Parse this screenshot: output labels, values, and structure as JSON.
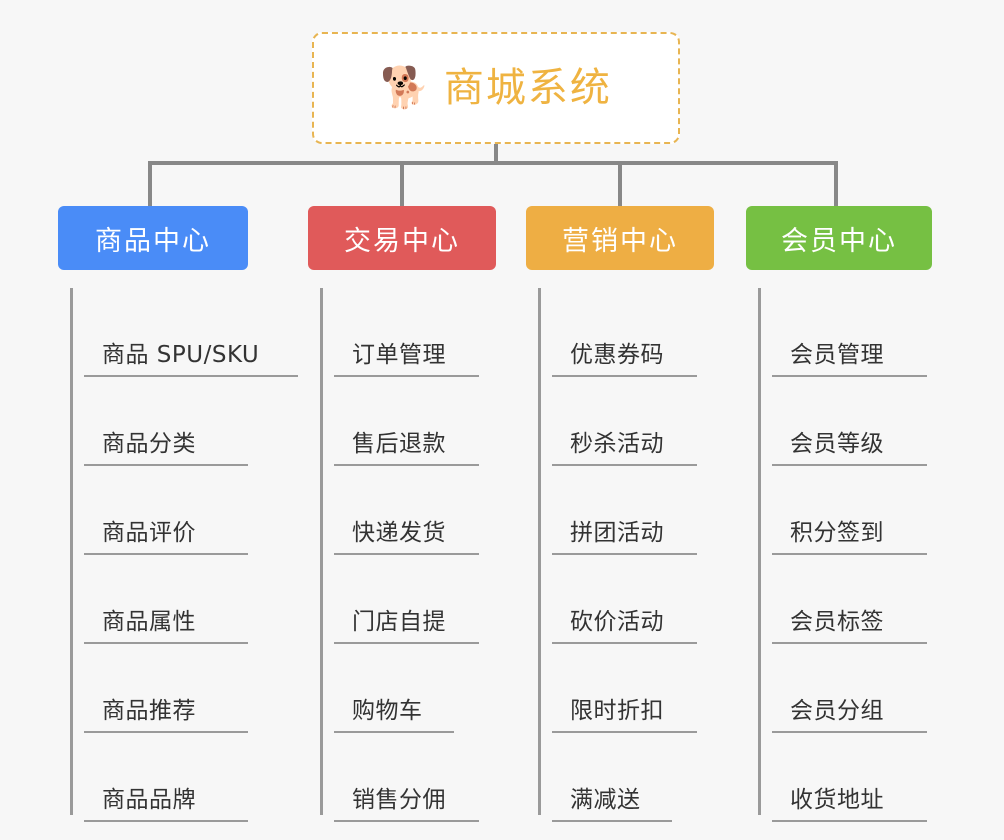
{
  "root": {
    "icon": "shiba-dog-face-icon",
    "icon_glyph": "🐕",
    "title": "商城系统",
    "accent_color": "#efb341",
    "border_color": "#e8b552",
    "background": "#ffffff"
  },
  "canvas": {
    "background_color": "#f7f7f7",
    "connector_color": "#888888",
    "item_rule_color": "#9a9a9a",
    "item_text_color": "#333333"
  },
  "branches": [
    {
      "label": "商品中心",
      "color": "#4a8cf7",
      "items": [
        {
          "label": "商品 SPU/SKU"
        },
        {
          "label": "商品分类"
        },
        {
          "label": "商品评价"
        },
        {
          "label": "商品属性"
        },
        {
          "label": "商品推荐"
        },
        {
          "label": "商品品牌"
        }
      ]
    },
    {
      "label": "交易中心",
      "color": "#e05a5a",
      "items": [
        {
          "label": "订单管理"
        },
        {
          "label": "售后退款"
        },
        {
          "label": "快递发货"
        },
        {
          "label": "门店自提"
        },
        {
          "label": "购物车"
        },
        {
          "label": "销售分佣"
        }
      ]
    },
    {
      "label": "营销中心",
      "color": "#eeae44",
      "items": [
        {
          "label": "优惠券码"
        },
        {
          "label": "秒杀活动"
        },
        {
          "label": "拼团活动"
        },
        {
          "label": "砍价活动"
        },
        {
          "label": "限时折扣"
        },
        {
          "label": "满减送"
        }
      ]
    },
    {
      "label": "会员中心",
      "color": "#76c043",
      "items": [
        {
          "label": "会员管理"
        },
        {
          "label": "会员等级"
        },
        {
          "label": "积分签到"
        },
        {
          "label": "会员标签"
        },
        {
          "label": "会员分组"
        },
        {
          "label": "收货地址"
        }
      ]
    }
  ]
}
